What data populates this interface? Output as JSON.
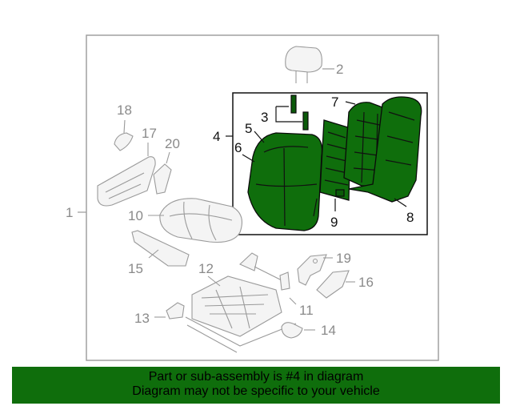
{
  "diagram": {
    "callouts": {
      "c1": "1",
      "c2": "2",
      "c3": "3",
      "c4": "4",
      "c5": "5",
      "c6": "6",
      "c7": "7",
      "c8": "8",
      "c9": "9",
      "c10": "10",
      "c11": "11",
      "c12": "12",
      "c13": "13",
      "c14": "14",
      "c15": "15",
      "c16": "16",
      "c17": "17",
      "c18": "18",
      "c19": "19",
      "c20": "20"
    },
    "highlighted_part": "4",
    "colors": {
      "highlight": "#0f6e0c",
      "outline": "#9a9a9a",
      "frame": "#a0a0a0"
    }
  },
  "footer": {
    "line1": "Part or sub-assembly is #4 in diagram",
    "line2": "Diagram may not be specific to your vehicle"
  }
}
